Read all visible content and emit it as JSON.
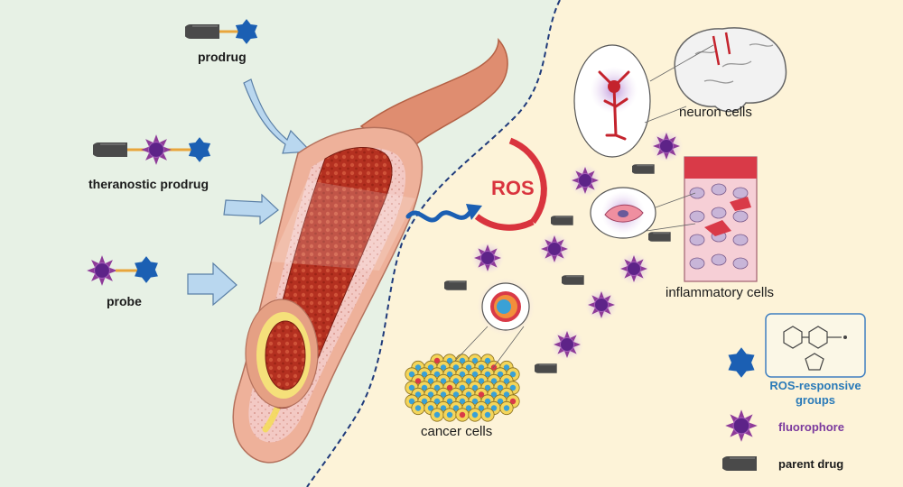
{
  "inputs": {
    "prodrug": "prodrug",
    "theranostic_prodrug": "theranostic prodrug",
    "probe": "probe"
  },
  "center": {
    "ros": "ROS"
  },
  "targets": {
    "neuron_cells": "neuron cells",
    "inflammatory_cells": "inflammatory cells",
    "cancer_cells": "cancer cells"
  },
  "legend": {
    "ros_responsive_line1": "ROS-responsive",
    "ros_responsive_line2": "groups",
    "fluorophore": "fluorophore",
    "parent_drug": "parent drug"
  },
  "colors": {
    "left_background": "#e7f1e5",
    "right_background": "#fdf3d8",
    "ros_red": "#d9343e",
    "ros_responsive_blue": "#1b5fb3",
    "fluorophore_purple": "#6d2a8f",
    "parent_drug_gray": "#4a4a4a",
    "label_blue": "#2a7ab8",
    "label_purple": "#7b3a9e",
    "vessel_wall": "#e9a58a",
    "blood": "#b43020"
  },
  "icons": {
    "ros_responsive": "blue-star-icon",
    "fluorophore": "purple-sun-icon",
    "parent_drug": "gray-capsule-icon",
    "wave": "blue-wave-arrow-icon"
  }
}
